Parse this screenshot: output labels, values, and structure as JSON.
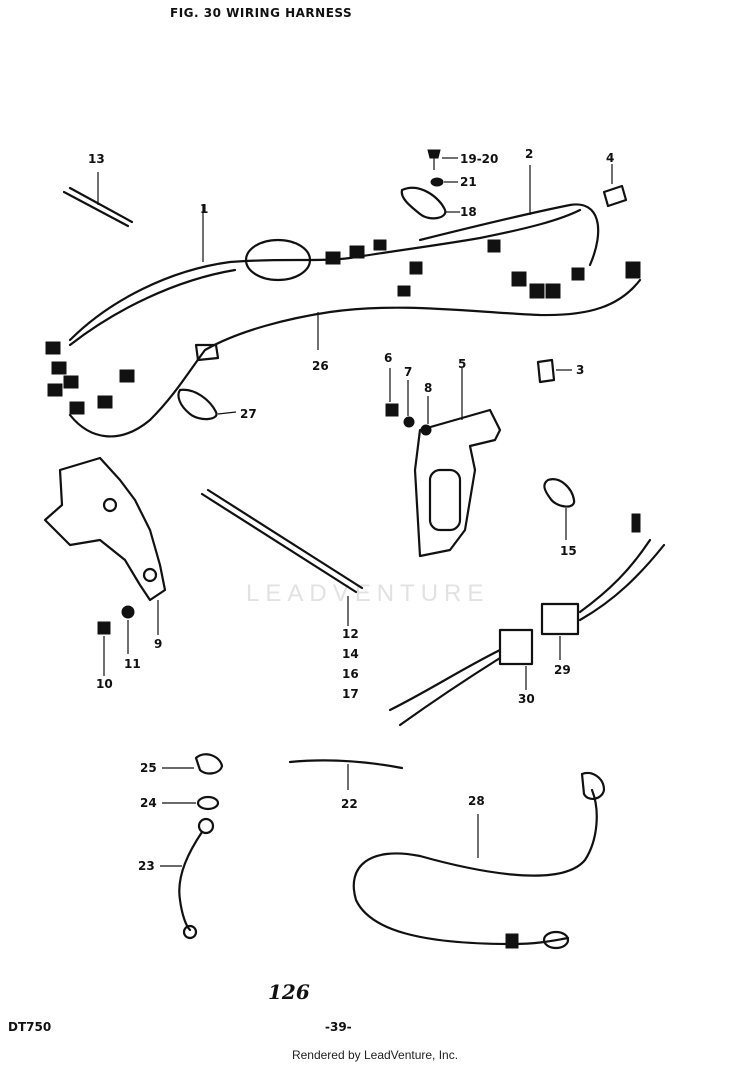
{
  "title": "FIG. 30  WIRING HARNESS",
  "callouts": {
    "c1": "1",
    "c2": "2",
    "c3": "3",
    "c4": "4",
    "c5": "5",
    "c6": "6",
    "c7": "7",
    "c8": "8",
    "c9": "9",
    "c10": "10",
    "c11": "11",
    "c12": "12",
    "c13": "13",
    "c14": "14",
    "c15": "15",
    "c16": "16",
    "c17": "17",
    "c18": "18",
    "c1920": "19-20",
    "c21": "21",
    "c22": "22",
    "c23": "23",
    "c24": "24",
    "c25": "25",
    "c26": "26",
    "c27": "27",
    "c28": "28",
    "c29": "29",
    "c30": "30"
  },
  "page_number_handwritten": "126",
  "model": "DT750",
  "page_number": "-39-",
  "watermark": "LEADVENTURE",
  "footer": "Rendered by LeadVenture, Inc."
}
